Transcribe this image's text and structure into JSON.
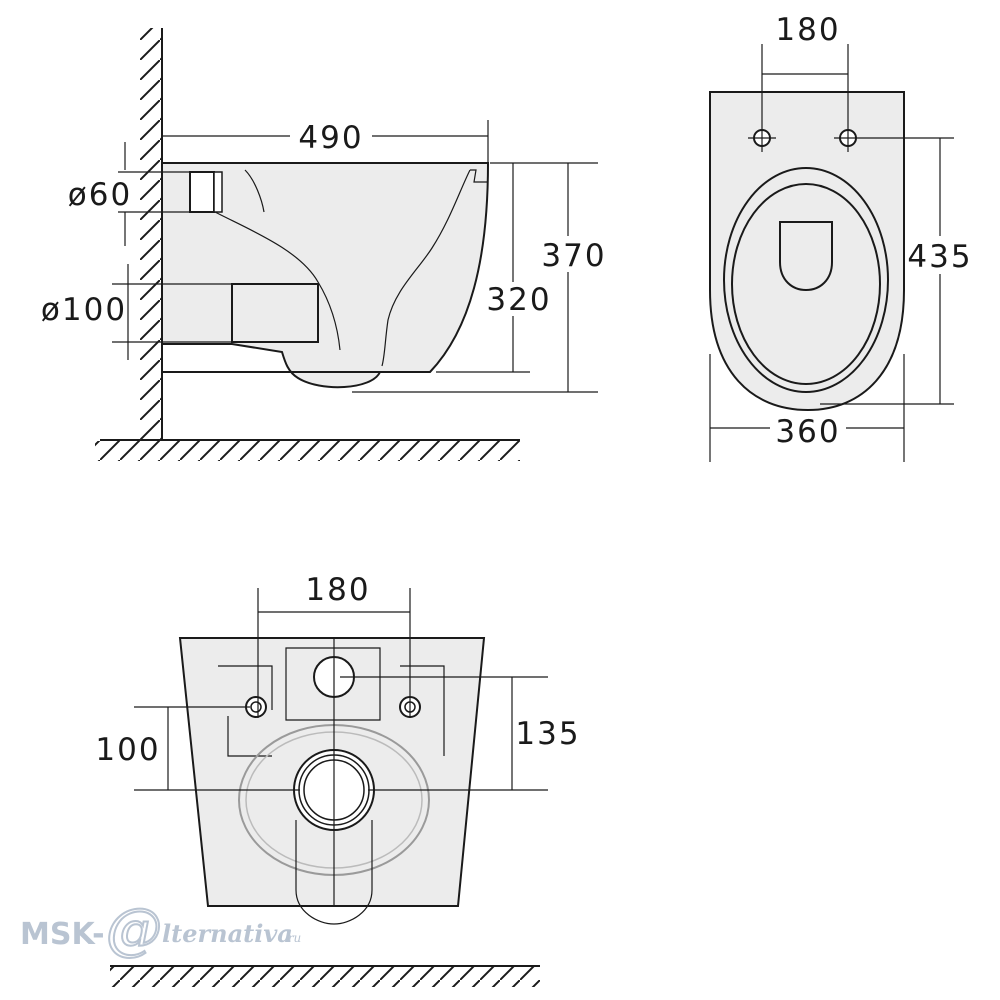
{
  "side_view": {
    "width_label": "490",
    "bowl_height_label": "320",
    "total_height_label": "370",
    "inlet_label": "ø60",
    "outlet_label": "ø100"
  },
  "top_view": {
    "bolt_spacing_label": "180",
    "length_label": "435",
    "width_label": "360"
  },
  "rear_view": {
    "bolt_spacing_label": "180",
    "outlet_height_label": "100",
    "inlet_height_label": "135"
  },
  "watermark": {
    "brand": "MSK-",
    "at_symbol": "@",
    "suffix": "lternativa",
    "domain": ".ru"
  }
}
